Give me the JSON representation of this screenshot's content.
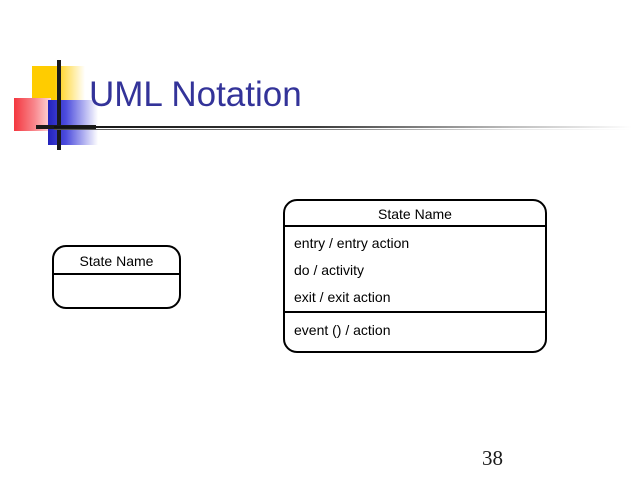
{
  "slide": {
    "title": "UML Notation",
    "title_color": "#333399",
    "background_color": "#ffffff",
    "number": "38"
  },
  "logo": {
    "yellow_color": "#ffcc00",
    "red_color": "#f4373f",
    "blue_color": "#2222bb",
    "line_color": "#1a1a1a"
  },
  "diagram": {
    "simple_state": {
      "name": "State Name",
      "body_lines": []
    },
    "detailed_state": {
      "name": "State Name",
      "actions": [
        "entry / entry action",
        "do / activity",
        "exit / exit action"
      ],
      "events": [
        "event () / action"
      ]
    }
  }
}
